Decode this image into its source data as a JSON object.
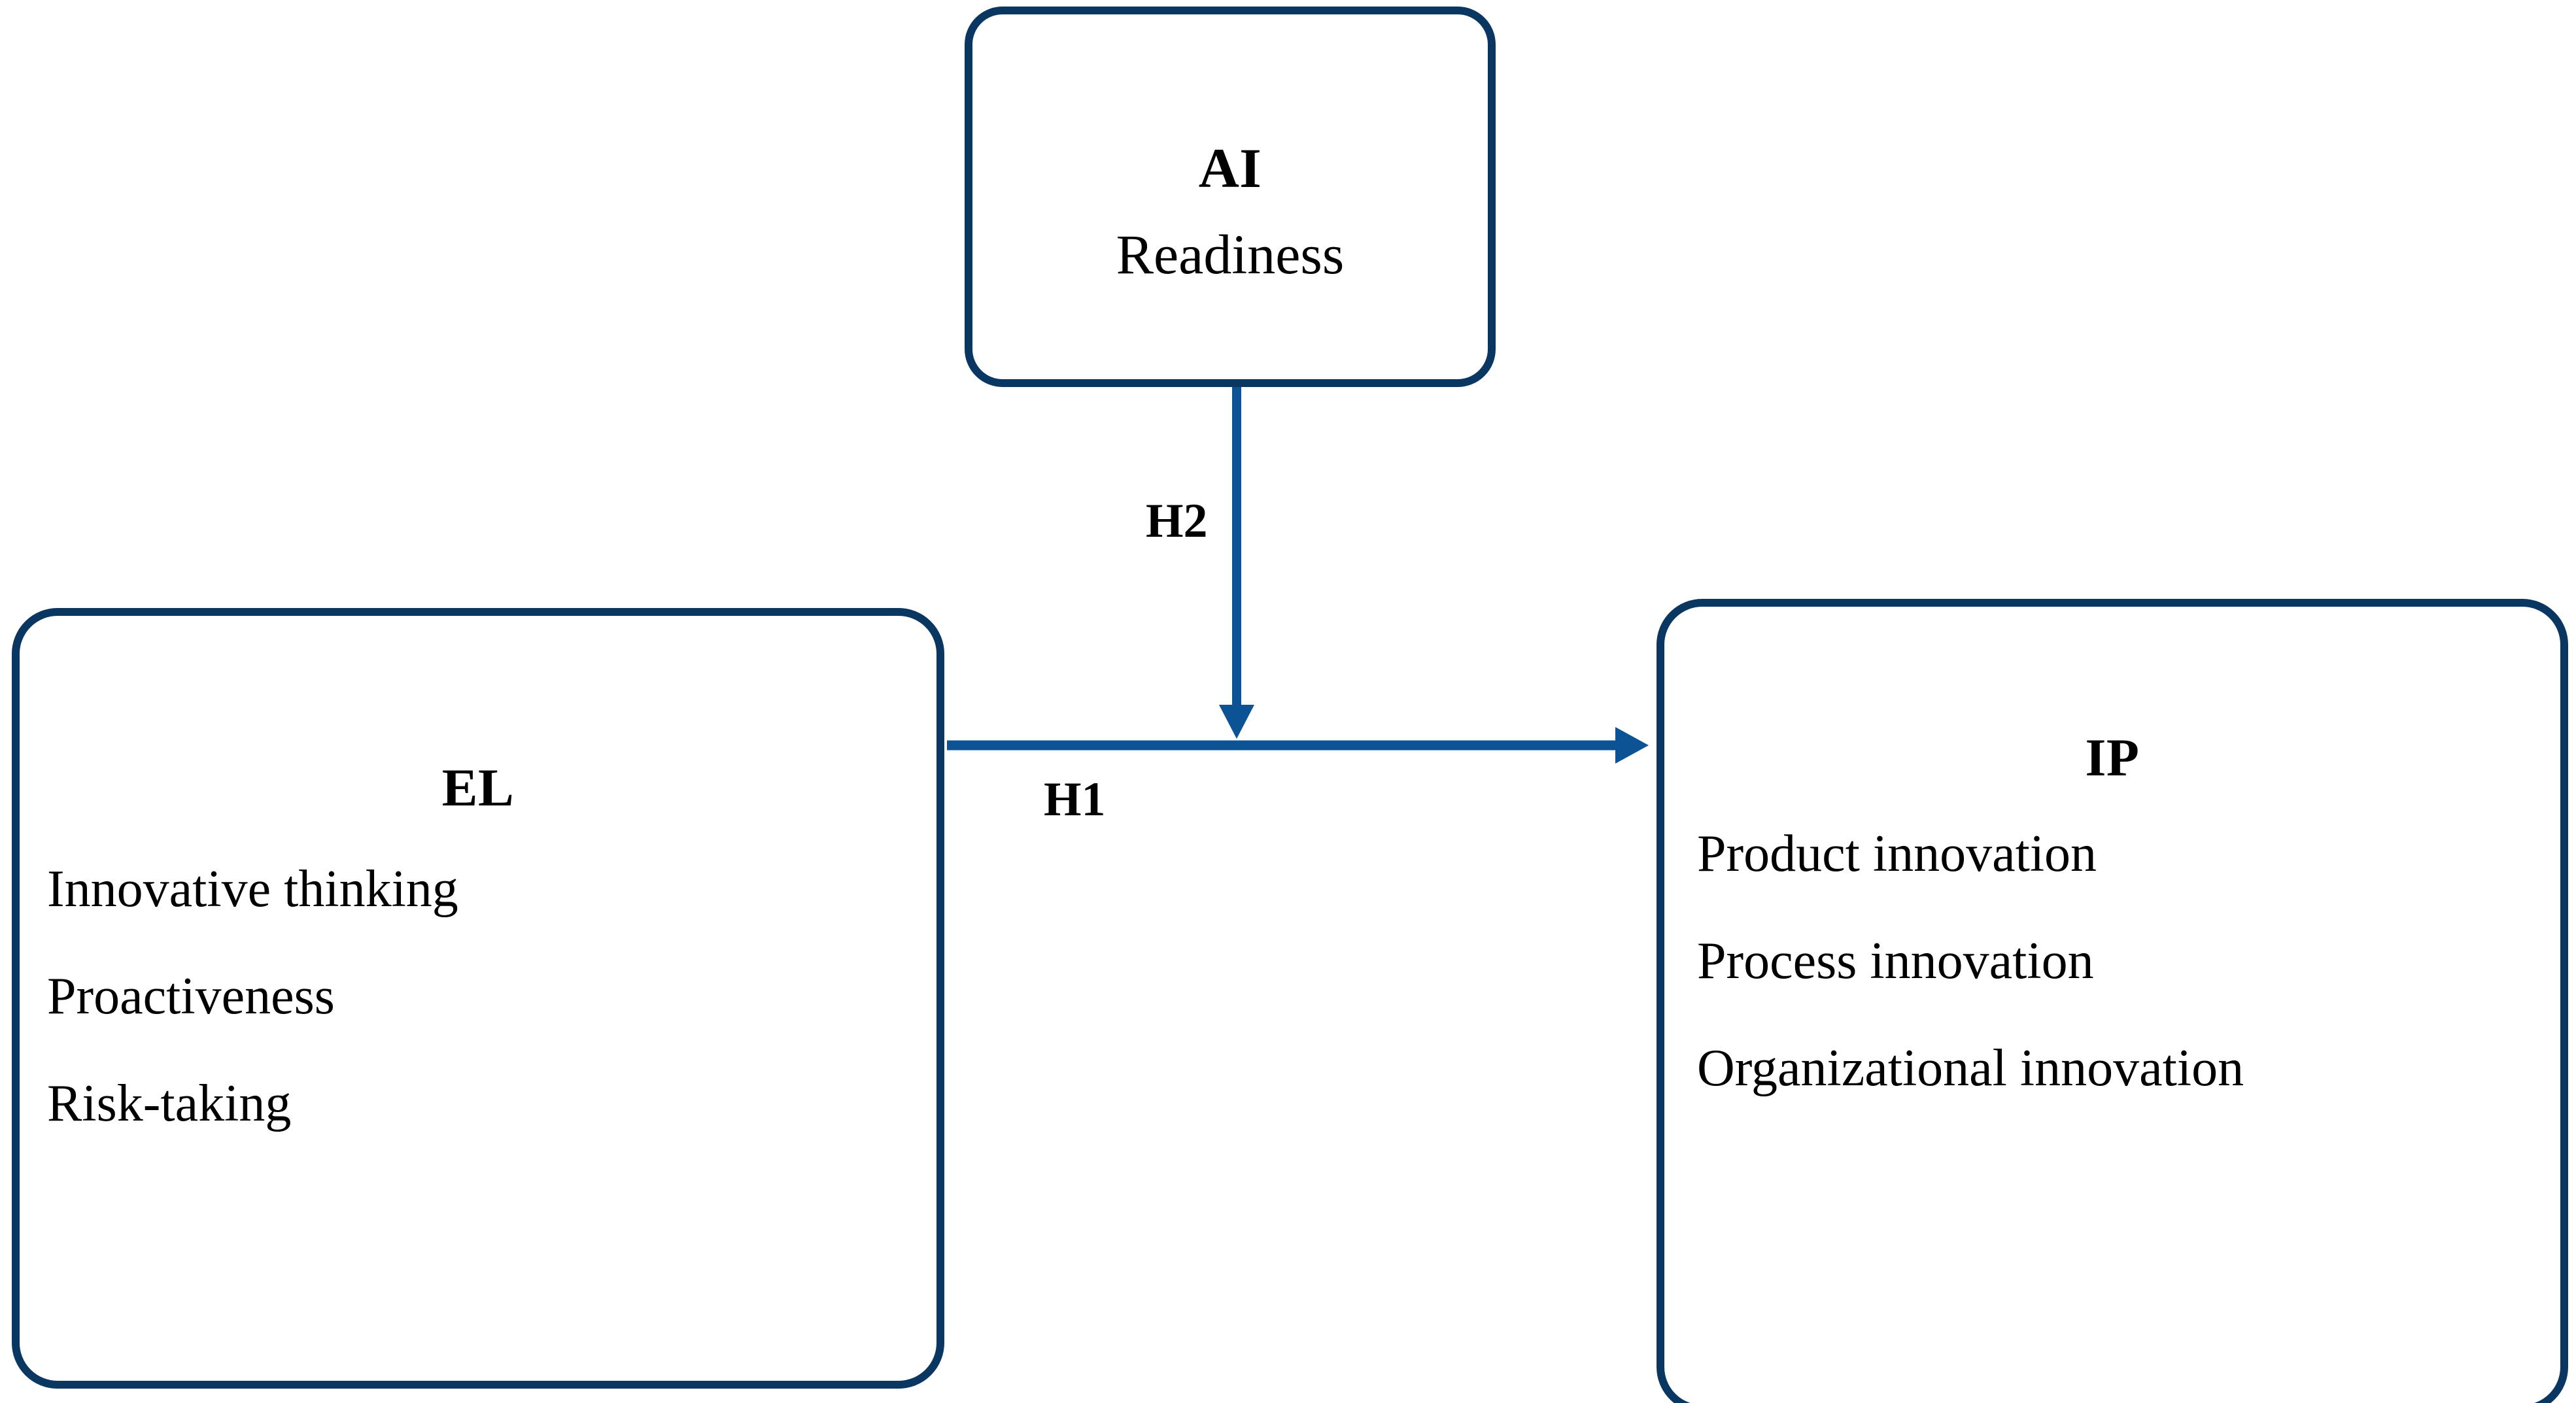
{
  "diagram": {
    "type": "conceptual-model",
    "background_color": "#ffffff",
    "box_border_color": "#0a3761",
    "arrow_color": "#0b5394",
    "text_color": "#000000"
  },
  "nodes": {
    "moderator": {
      "id": "AI",
      "title": "AI",
      "subtitle": "Readiness",
      "items": []
    },
    "independent": {
      "id": "EL",
      "title": "EL",
      "items": [
        "Innovative thinking",
        "Proactiveness",
        "Risk-taking"
      ]
    },
    "dependent": {
      "id": "IP",
      "title": "IP",
      "items": [
        "Product innovation",
        "Process innovation",
        "Organizational innovation"
      ]
    }
  },
  "connections": [
    {
      "label": "H1",
      "from": "EL",
      "to": "IP",
      "orientation": "horizontal",
      "style": "solid",
      "arrowhead": "end"
    },
    {
      "label": "H2",
      "from": "AI",
      "to": "H1",
      "orientation": "vertical",
      "style": "solid",
      "arrowhead": "end",
      "role": "moderation"
    }
  ]
}
